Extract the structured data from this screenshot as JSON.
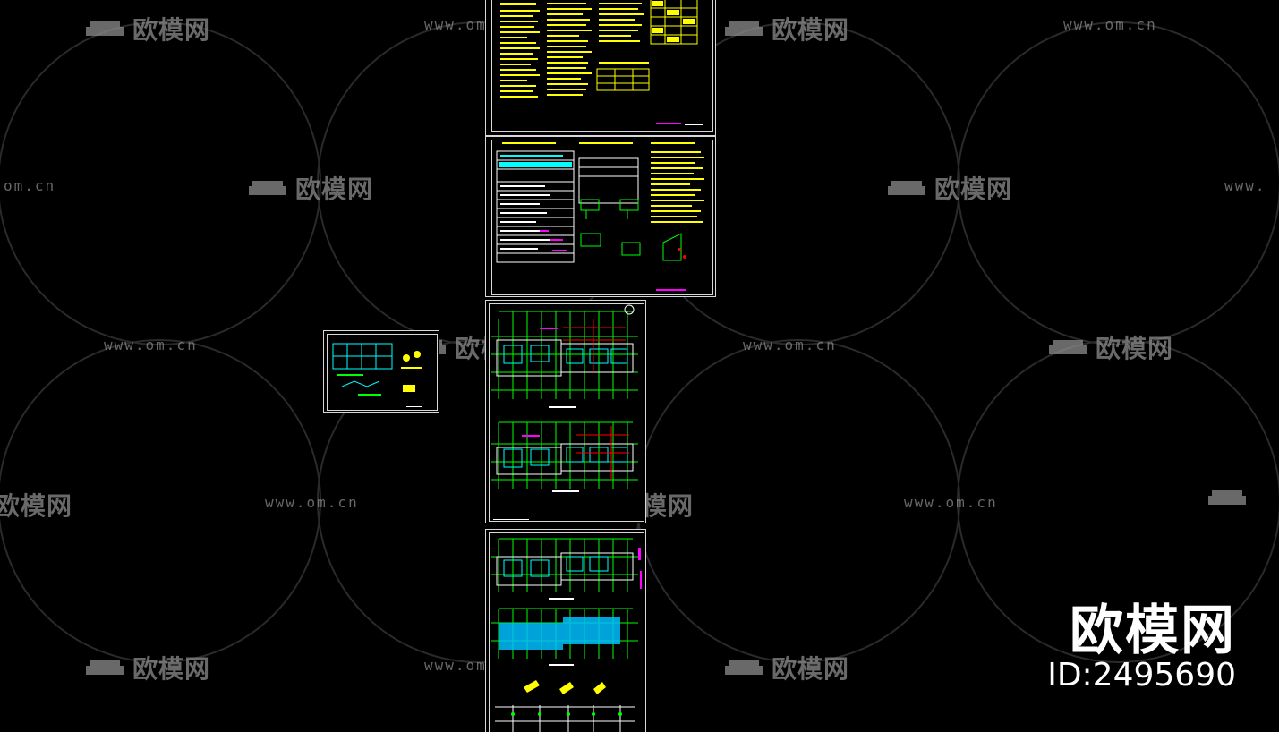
{
  "watermark": {
    "logo_text": "欧模网",
    "url_text": "www.om.cn",
    "url_fragment_left": "om.cn",
    "url_fragment_right": "www.",
    "logo_fragment": "欧模网",
    "color": "#8d8d8d"
  },
  "brand": {
    "name": "欧模网",
    "id_label": "ID:2495690",
    "color": "#ffffff"
  },
  "colors": {
    "background": "#000000",
    "cad_yellow": "#ffff00",
    "cad_green": "#00ff00",
    "cad_cyan": "#00ffff",
    "cad_magenta": "#ff00ff",
    "cad_red": "#ff0000",
    "cad_white": "#ffffff"
  },
  "sheets": [
    {
      "name": "design-notes-sheet-1",
      "theme": "yellow-text"
    },
    {
      "name": "design-notes-sheet-2",
      "theme": "white-table"
    },
    {
      "name": "small-detail-sheet",
      "theme": "cyan-plan"
    },
    {
      "name": "floor-plan-sheet-1",
      "theme": "green-plan"
    },
    {
      "name": "floor-plan-sheet-2",
      "theme": "green-plan"
    }
  ]
}
